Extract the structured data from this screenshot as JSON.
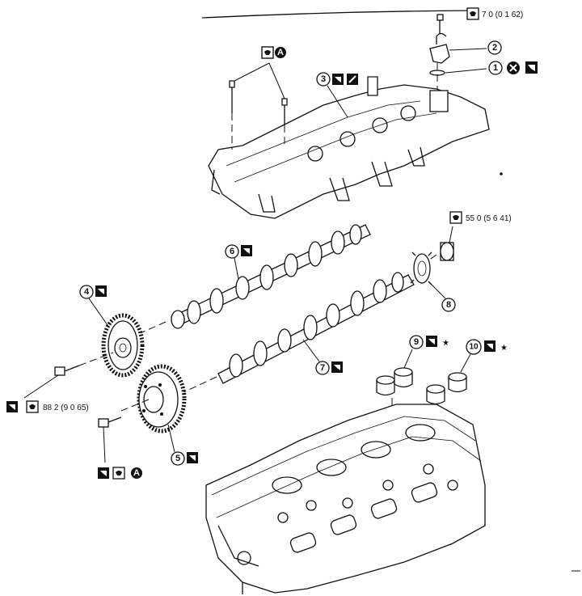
{
  "callouts": {
    "c1": "1",
    "c2": "2",
    "c3": "3",
    "c4": "4",
    "c5": "5",
    "c6": "6",
    "c7": "7",
    "c8": "8",
    "c9": "9",
    "c10": "10"
  },
  "torque": {
    "sensor_bolt": "7 0 (0   1  62)",
    "sprocket_bolt": "55 0 (5 6  41)",
    "cam_sprocket_bolt": "88 2 (9 0  65)"
  },
  "symbols": {
    "torque_icon": "torque-wrench-icon",
    "replace_icon": "x-circle-icon",
    "oil_icon": "apply-oil-icon",
    "seal_icon": "sealant-icon",
    "step_icon": "step-A-icon",
    "star": "★",
    "step_letter": "A"
  },
  "colors": {
    "ink": "#111111",
    "paper": "#ffffff"
  }
}
